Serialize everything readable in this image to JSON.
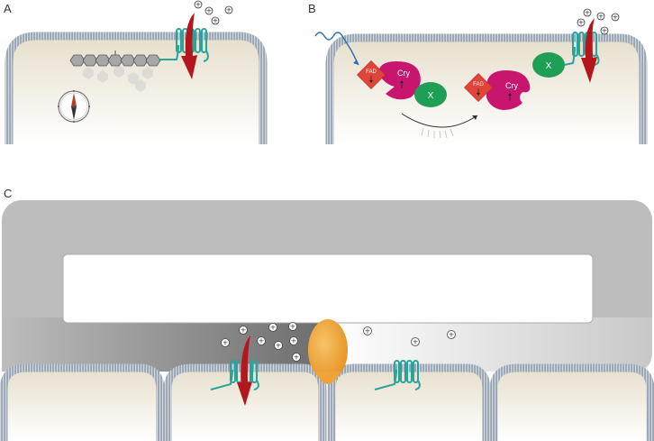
{
  "panels": {
    "a": {
      "letter": "A"
    },
    "b": {
      "letter": "B"
    },
    "c": {
      "letter": "C"
    }
  },
  "labels": {
    "fad": "FAD",
    "cry": "Cry",
    "x": "X",
    "ion": "+"
  },
  "colors": {
    "membrane": "#8f9aa6",
    "cytoplasm": "#ede7d8",
    "channel": "#2aa39a",
    "ion_flow_arrow": "#b3171d",
    "cryptochrome": "#c8166f",
    "fad": "#e0453a",
    "protein_x": "#1f9e55",
    "gap_junction": "#f2a93b",
    "magnetite_chain": "#9aa0a6",
    "light_wave": "#2b6fb3"
  },
  "icons": {
    "compass": "compass-icon",
    "light": "light-wave-icon"
  }
}
